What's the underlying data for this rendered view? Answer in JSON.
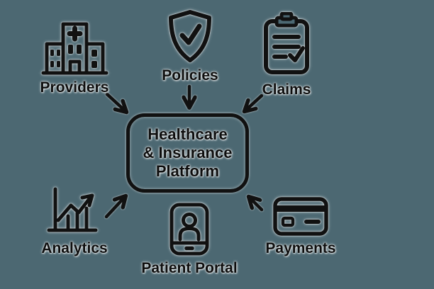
{
  "background_color": "#4C6872",
  "ink_color": "#111111",
  "platform_box": {
    "lines": [
      "Healthcare",
      "& Insurance",
      "Platform"
    ]
  },
  "nodes": [
    {
      "label": "Providers",
      "icon": "hospital-icon"
    },
    {
      "label": "Policies",
      "icon": "shield-check-icon"
    },
    {
      "label": "Claims",
      "icon": "clipboard-checklist-icon"
    },
    {
      "label": "Analytics",
      "icon": "growth-chart-icon"
    },
    {
      "label": "Patient Portal",
      "icon": "mobile-user-icon"
    },
    {
      "label": "Payments",
      "icon": "credit-card-icon"
    }
  ],
  "connections": [
    {
      "from": "Providers",
      "to": "Healthcare & Insurance Platform",
      "direction": "down-right"
    },
    {
      "from": "Policies",
      "to": "Healthcare & Insurance Platform",
      "direction": "down"
    },
    {
      "from": "Claims",
      "to": "Healthcare & Insurance Platform",
      "direction": "down-left"
    },
    {
      "from": "Analytics",
      "to": "Healthcare & Insurance Platform",
      "direction": "up-right"
    },
    {
      "from": "Payments",
      "to": "Healthcare & Insurance Platform",
      "direction": "up-left"
    }
  ]
}
